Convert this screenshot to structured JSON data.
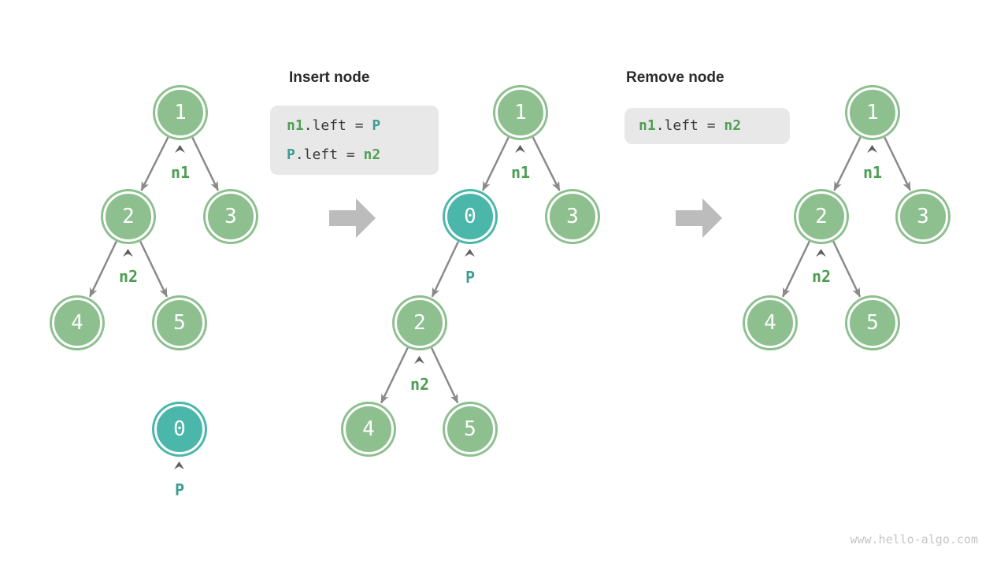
{
  "watermark": "www.hello-algo.com",
  "colors": {
    "node_green": "#8DC08E",
    "node_teal": "#4BB7AB",
    "pointer_label_green": "#4C9E52",
    "pointer_label_teal": "#3B9E91",
    "code_text": "#3A3A3A",
    "code_background": "#E8E8E8",
    "edge_gray": "#8A8A8A",
    "big_arrow_gray": "#BCBCBC",
    "heading_text": "#2B2B2B",
    "watermark_gray": "#C6C6C6"
  },
  "insert": {
    "title": "Insert node",
    "code": {
      "line1": {
        "t1": "n1",
        "t2": ".left = ",
        "t3": "P"
      },
      "line2": {
        "t1": "P",
        "t2": ".left = ",
        "t3": "n2"
      }
    }
  },
  "remove": {
    "title": "Remove node",
    "code": {
      "line1": {
        "t1": "n1",
        "t2": ".left = ",
        "t3": "n2"
      }
    }
  },
  "trees": {
    "before_insert": {
      "node_values": {
        "root": "1",
        "left": "2",
        "right": "3",
        "left_left": "4",
        "left_right": "5",
        "detached": "0"
      },
      "labels": {
        "root_ptr": "n1",
        "left_ptr": "n2",
        "detached_ptr": "P"
      },
      "edges": [
        "1->2",
        "1->3",
        "2->4",
        "2->5"
      ]
    },
    "after_insert": {
      "node_values": {
        "root": "1",
        "left": "0",
        "right": "3",
        "left_left": "2",
        "ll_left": "4",
        "ll_right": "5"
      },
      "labels": {
        "root_ptr": "n1",
        "left_ptr": "P",
        "left_left_ptr": "n2"
      },
      "edges": [
        "1->0",
        "1->3",
        "0->2",
        "2->4",
        "2->5"
      ]
    },
    "after_remove": {
      "node_values": {
        "root": "1",
        "left": "2",
        "right": "3",
        "left_left": "4",
        "left_right": "5"
      },
      "labels": {
        "root_ptr": "n1",
        "left_ptr": "n2"
      },
      "edges": [
        "1->2",
        "1->3",
        "2->4",
        "2->5"
      ]
    }
  }
}
